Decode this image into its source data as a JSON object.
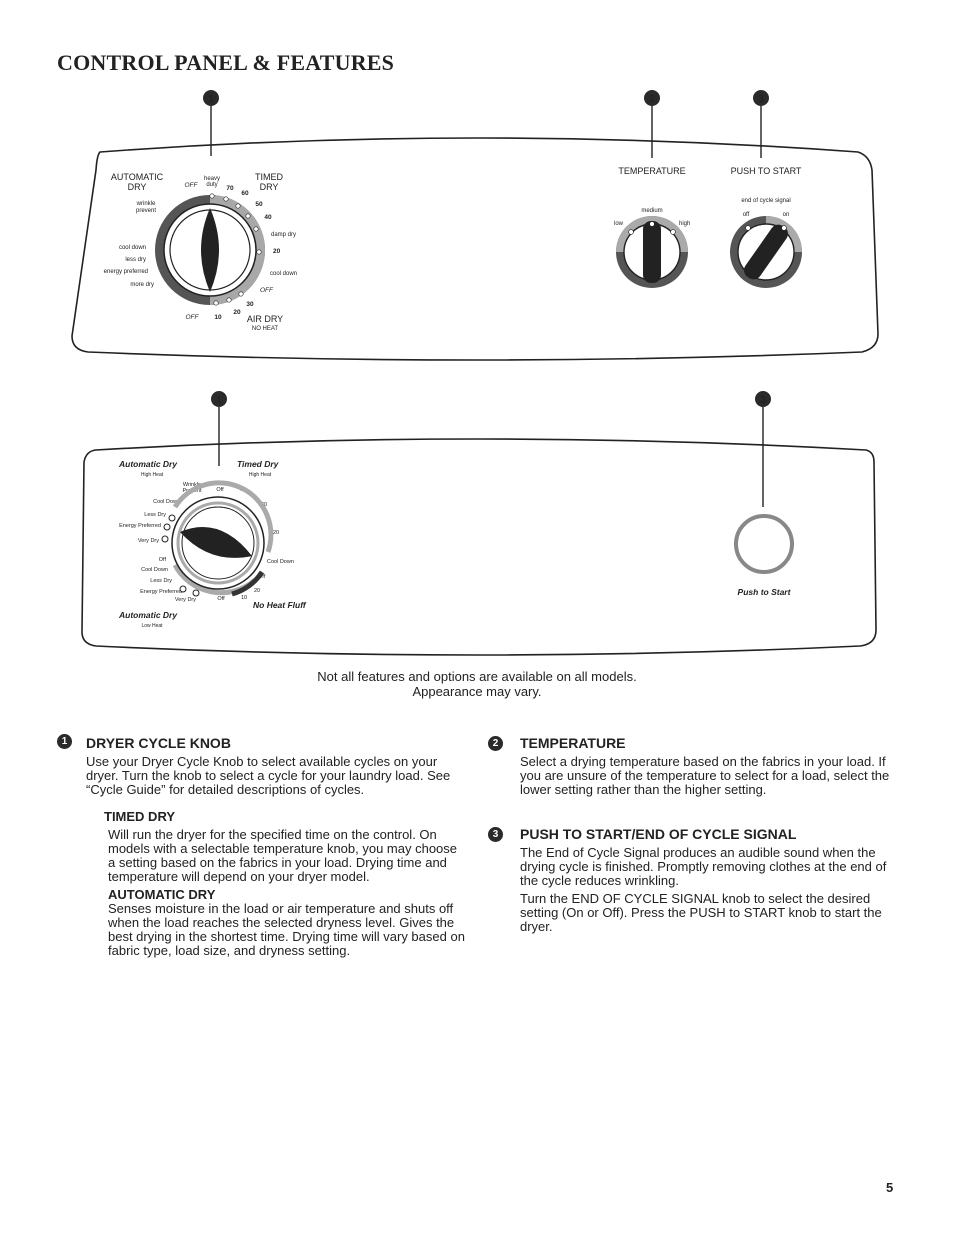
{
  "page_title": "CONTROL PANEL & FEATURES",
  "callouts": {
    "one": "1",
    "two": "2",
    "three": "3"
  },
  "panel1": {
    "automatic_dry": [
      "AUTOMATIC",
      "DRY"
    ],
    "timed_dry": [
      "TIMED",
      "DRY"
    ],
    "heavy_duty": [
      "heavy",
      "duty"
    ],
    "wrinkle_prevent": [
      "wrinkle",
      "prevent"
    ],
    "auto_settings": [
      "cool down",
      "less dry",
      "energy preferred",
      "more dry"
    ],
    "off": "OFF",
    "timed_minutes": [
      "70",
      "60",
      "50",
      "40"
    ],
    "damp_dry": "damp dry",
    "twenty": "20",
    "cool_down": "cool down",
    "thirty": "30",
    "air_dry_minutes": [
      "10",
      "20"
    ],
    "air_dry": "AIR DRY",
    "no_heat": "NO HEAT",
    "temperature_label": "TEMPERATURE",
    "temp_low": "low",
    "temp_medium": "medium",
    "temp_high": "high",
    "push_to_start_label": "PUSH TO START",
    "end_of_cycle_signal": "end of cycle signal",
    "signal_off": "off",
    "signal_on": "on"
  },
  "panel2": {
    "automatic_dry_high": "Automatic Dry",
    "high_heat": "High Heat",
    "timed_dry": "Timed Dry",
    "timed_high_heat": "High Heat",
    "wrinkle_prevent": [
      "Wrinkle",
      "Prevent"
    ],
    "off": "Off",
    "sixty": "60",
    "forty": "40",
    "twenty": "20",
    "upper_settings": [
      "Cool Down",
      "Less Dry",
      "Energy Preferred",
      "Very Dry"
    ],
    "lower_settings": [
      "Off",
      "Cool Down",
      "Less Dry",
      "Energy Preferred",
      "Very Dry"
    ],
    "timed_cool_down": "Cool Down",
    "fluff_off": "Off",
    "fluff_minutes": [
      "20",
      "10"
    ],
    "bottom_off": "Off",
    "no_heat_fluff": "No Heat Fluff",
    "automatic_dry_low": "Automatic Dry",
    "low_heat": "Low Heat",
    "push_to_start": "Push to Start"
  },
  "note": [
    "Not all features and options are available on all models.",
    "Appearance may vary."
  ],
  "sections": {
    "dryer_cycle_knob": {
      "heading": "DRYER CYCLE KNOB",
      "body": "Use your Dryer Cycle Knob to select available cycles on your dryer. Turn the knob to select a cycle for your laundry load. See “Cycle Guide” for detailed descriptions of cycles."
    },
    "timed_dry": {
      "heading": "TIMED DRY",
      "body": "Will run the dryer for the specified time on the control. On models with a selectable temperature knob, you may choose a setting based on the fabrics in your load. Drying time and temperature will depend on your dryer model."
    },
    "automatic_dry": {
      "heading": "AUTOMATIC DRY",
      "body": "Senses moisture in the load or air temperature and shuts off when the load reaches the selected dryness level. Gives the best drying in the shortest time. Drying time will vary based on fabric type, load size, and dryness setting."
    },
    "temperature": {
      "heading": "TEMPERATURE",
      "body": "Select a drying temperature based on the fabrics in your load. If you are unsure of the temperature to select for a load, select the lower setting rather than the higher setting."
    },
    "push_to_start": {
      "heading": "PUSH TO START/END OF CYCLE SIGNAL",
      "body1": "The End of Cycle Signal produces an audible sound when the drying cycle is finished. Promptly removing clothes at the end of the cycle reduces wrinkling.",
      "body2": "Turn the END OF CYCLE SIGNAL knob to select the desired setting (On or Off). Press the PUSH to START knob to start the dryer."
    }
  },
  "page_number": "5"
}
